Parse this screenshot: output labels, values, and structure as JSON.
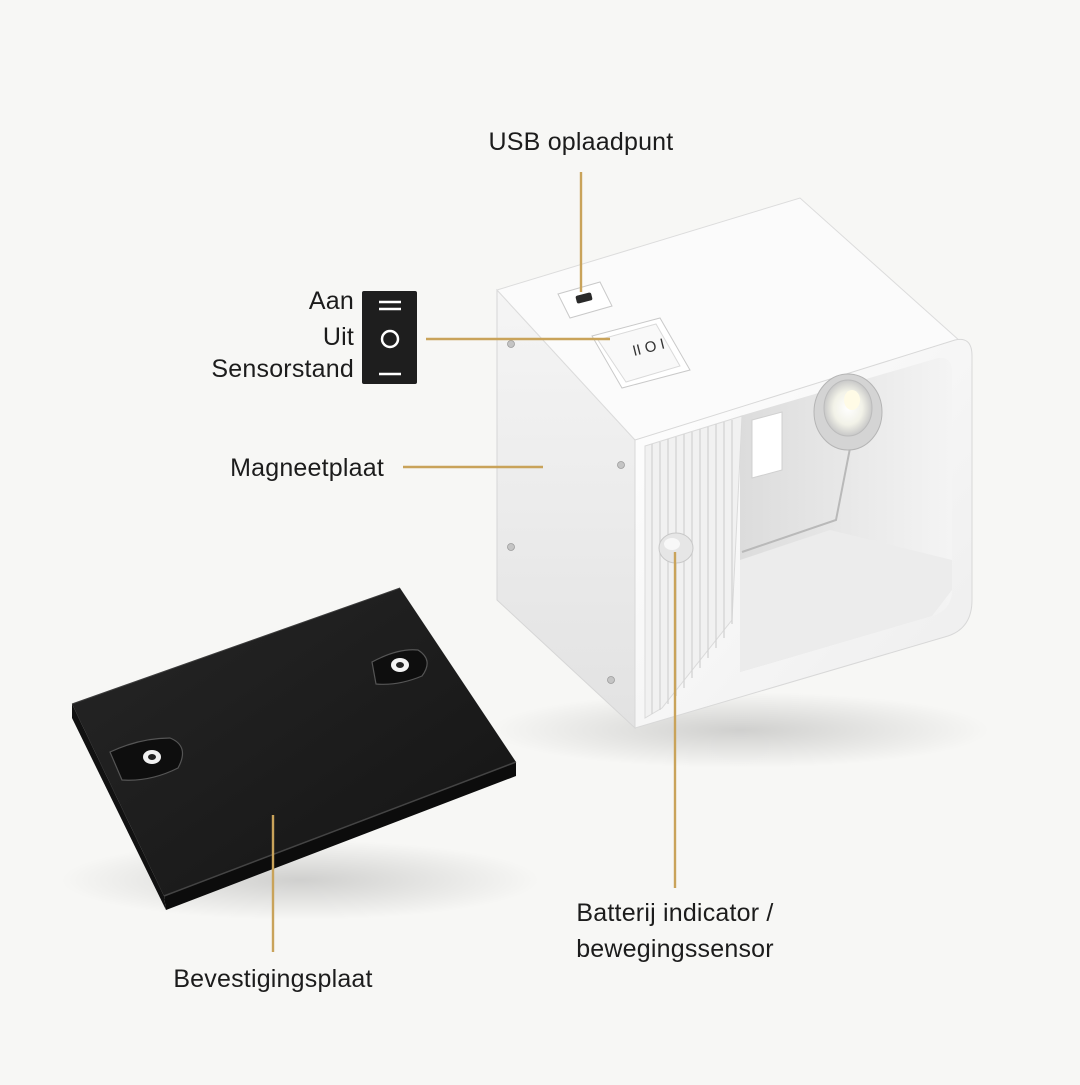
{
  "labels": {
    "usb": "USB oplaadpunt",
    "switch_on": "Aan",
    "switch_off": "Uit",
    "switch_sensor": "Sensorstand",
    "magnet_plate": "Magneetplaat",
    "battery_line1": "Batterij indicator /",
    "battery_line2": "bewegingssensor",
    "mounting_plate": "Bevestigingsplaat"
  },
  "colors": {
    "background": "#f7f7f5",
    "leader_line": "#c9a35a",
    "lamp_body": "#ffffff",
    "mounting_plate": "#1a1a1a",
    "switch_icon": "#1e1e1e"
  },
  "icons": {
    "switch": "rocker-switch-icon",
    "usb": "usb-port-icon",
    "led": "led-icon",
    "sensor": "motion-sensor-icon"
  }
}
